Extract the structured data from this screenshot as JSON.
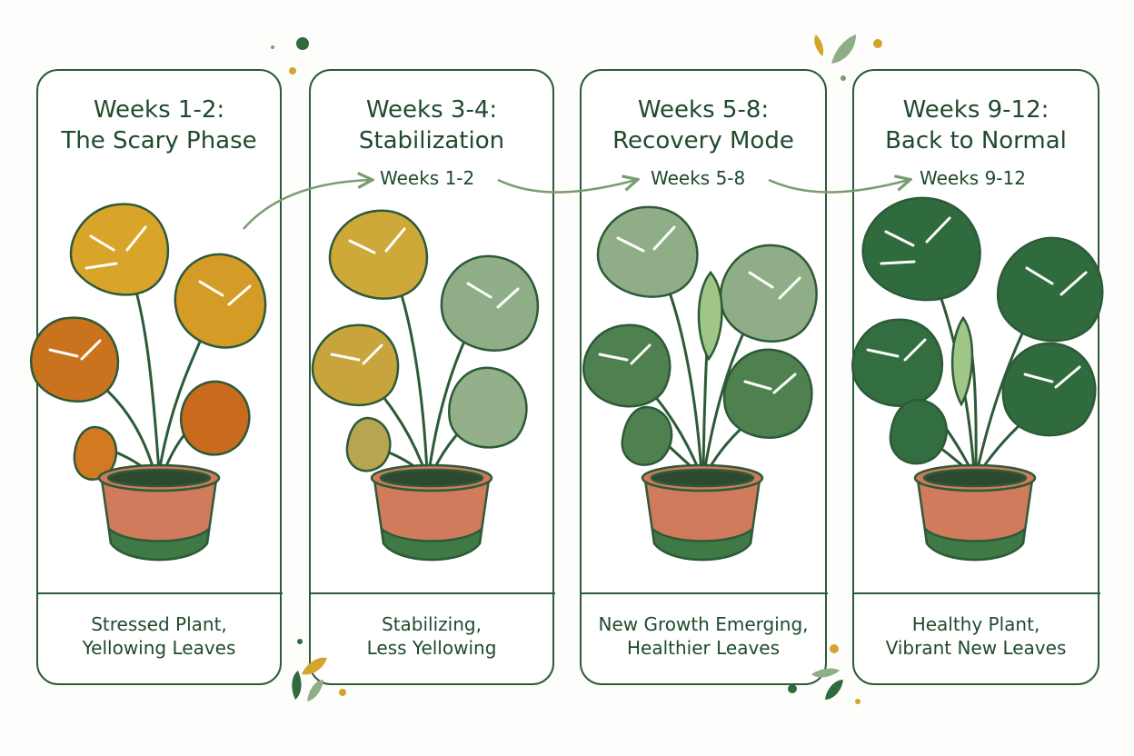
{
  "stages": [
    {
      "title_line1": "Weeks 1-2:",
      "title_line2": "The Scary Phase",
      "caption_line1": "Stressed Plant,",
      "caption_line2": "Yellowing Leaves"
    },
    {
      "title_line1": "Weeks 3-4:",
      "title_line2": "Stabilization",
      "caption_line1": "Stabilizing,",
      "caption_line2": "Less Yellowing"
    },
    {
      "title_line1": "Weeks 5-8:",
      "title_line2": "Recovery Mode",
      "caption_line1": "New Growth Emerging,",
      "caption_line2": "Healthier Leaves"
    },
    {
      "title_line1": "Weeks 9-12:",
      "title_line2": "Back to Normal",
      "caption_line1": "Healthy Plant,",
      "caption_line2": "Vibrant New Leaves"
    }
  ],
  "arrow_labels": [
    "Weeks 1-2",
    "Weeks 5-8",
    "Weeks 9-12"
  ],
  "colors": {
    "outline": "#2d5a38",
    "text": "#1f4a2c",
    "pot": "#cf7b5c",
    "pot_band": "#3f7a46",
    "stressed_leaf": "#d9a42a",
    "stressed_edge": "#c96a1f",
    "stabilizing_leaf": "#cfa83a",
    "muted_green": "#8fae87",
    "recovering_leaf": "#4f8150",
    "healthy_leaf": "#2f6b3c",
    "new_shoot": "#9fc587",
    "arrow": "#7a9c72"
  },
  "icons": [
    "monstera-leaf-icon",
    "terracotta-pot-icon",
    "curved-arrow-icon",
    "decorative-leaf-icon",
    "decorative-dot-icon"
  ]
}
